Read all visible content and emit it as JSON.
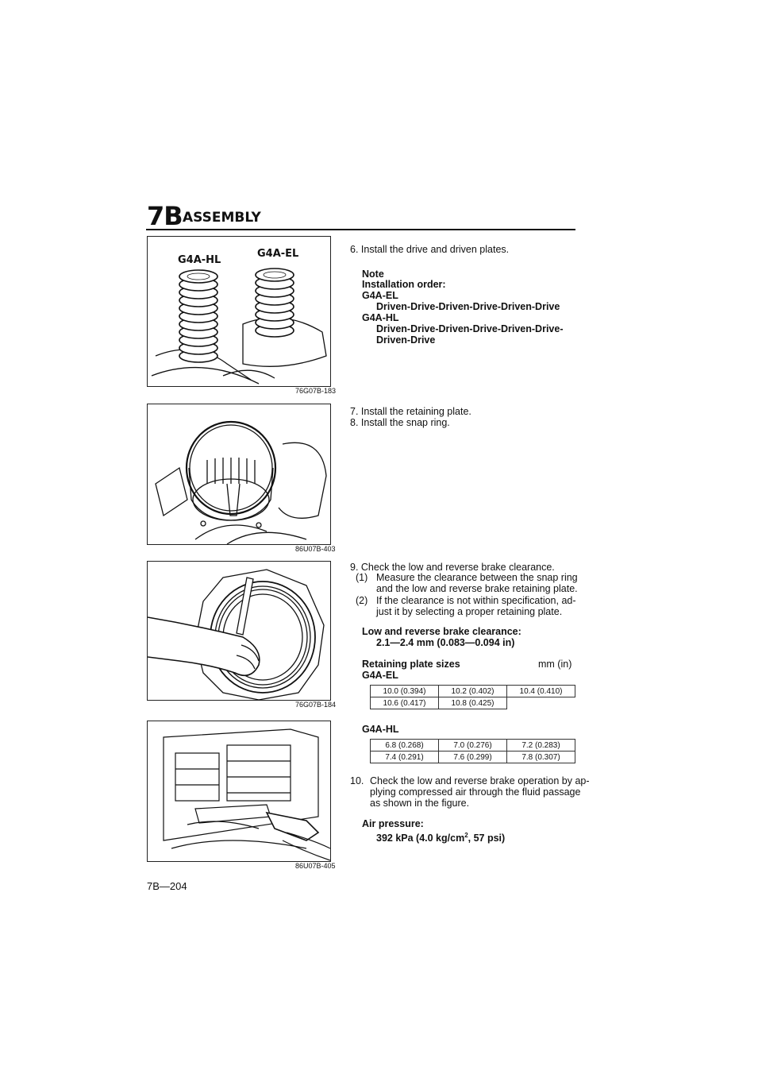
{
  "header": {
    "section_number": "7B",
    "section_title": "ASSEMBLY"
  },
  "figures": [
    {
      "label_left": "G4A-HL",
      "label_right": "G4A-EL",
      "code": "76G07B-183"
    },
    {
      "code": "86U07B-403"
    },
    {
      "code": "76G07B-184"
    },
    {
      "code": "86U07B-405"
    }
  ],
  "step6": {
    "text": "6. Install the drive and driven plates.",
    "note_heading": "Note",
    "note_title": "Installation order:",
    "el_label": "G4A-EL",
    "el_order": "Driven-Drive-Driven-Drive-Driven-Drive",
    "hl_label": "G4A-HL",
    "hl_order_line1": "Driven-Drive-Driven-Drive-Driven-Drive-",
    "hl_order_line2": "Driven-Drive"
  },
  "step7": {
    "text": "7. Install the retaining plate."
  },
  "step8": {
    "text": "8. Install the snap ring."
  },
  "step9": {
    "text": "9. Check the low and reverse brake clearance.",
    "sub1_num": "(1)",
    "sub1_line1": "Measure the clearance between the snap ring",
    "sub1_line2": "and the low and reverse brake retaining plate.",
    "sub2_num": "(2)",
    "sub2_line1": "If the clearance is not within specification, ad-",
    "sub2_line2": "just it by selecting a proper retaining plate.",
    "spec_title": "Low and reverse brake clearance:",
    "spec_value": "2.1—2.4 mm (0.083—0.094 in)",
    "sizes_title": "Retaining plate sizes",
    "sizes_unit": "mm (in)",
    "el_label": "G4A-EL",
    "el_table": [
      [
        "10.0 (0.394)",
        "10.2 (0.402)",
        "10.4 (0.410)"
      ],
      [
        "10.6 (0.417)",
        "10.8 (0.425)",
        ""
      ]
    ],
    "hl_label": "G4A-HL",
    "hl_table": [
      [
        "6.8 (0.268)",
        "7.0 (0.276)",
        "7.2 (0.283)"
      ],
      [
        "7.4 (0.291)",
        "7.6 (0.299)",
        "7.8 (0.307)"
      ]
    ]
  },
  "step10": {
    "num": "10.",
    "line1": "Check the low and reverse brake operation by ap-",
    "line2": "plying compressed air through the fluid passage",
    "line3": "as shown in the figure.",
    "air_title": "Air pressure:",
    "air_value_a": "392 kPa (4.0 kg/cm",
    "air_value_sup": "2",
    "air_value_b": ", 57 psi)"
  },
  "footer": {
    "page_number": "7B—204"
  }
}
